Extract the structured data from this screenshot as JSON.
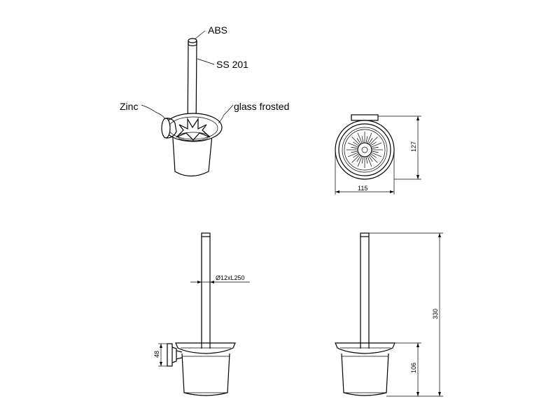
{
  "labels": {
    "abs": "ABS",
    "ss": "SS 201",
    "zinc": "Zinc",
    "glass": "glass frosted"
  },
  "dimensions": {
    "width_top": "115",
    "depth_top": "127",
    "handle": "Ø12xL250",
    "mount_height": "48",
    "total_height": "330",
    "cup_height": "106"
  }
}
